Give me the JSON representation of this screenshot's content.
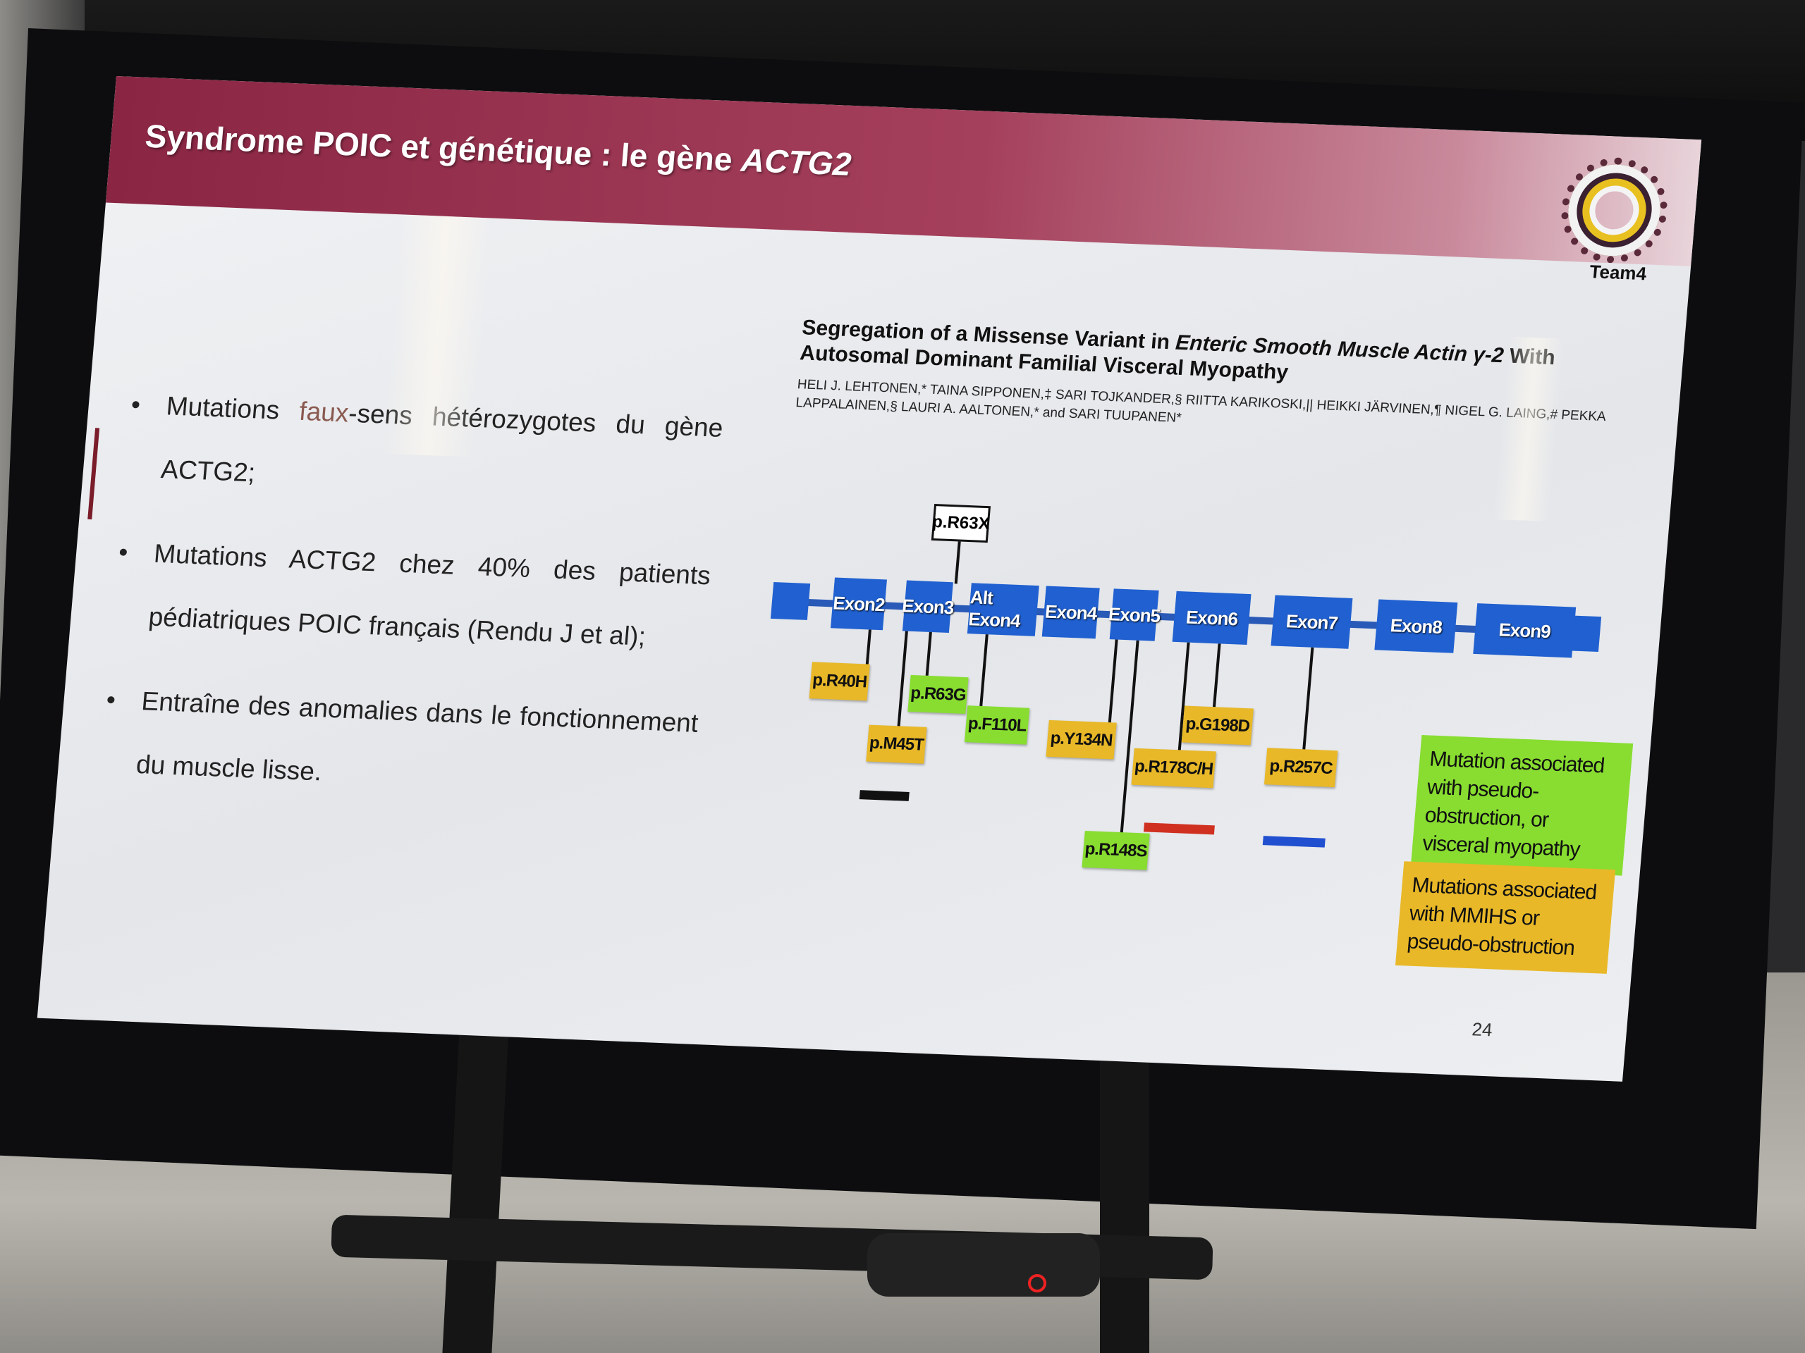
{
  "slide": {
    "title_plain": "Syndrome POIC et génétique : le gène ",
    "title_gene": "ACTG2",
    "logo_label": "Team4",
    "page_number": "24",
    "bullets": [
      {
        "before": "Mutations ",
        "highlight": "faux",
        "after": "-sens hétérozygotes du gène ACTG2;"
      },
      {
        "text": "Mutations ACTG2 chez 40% des patients pédiatriques POIC français (Rendu J et al);"
      },
      {
        "text": "Entraîne des anomalies dans le fonctionnement du muscle lisse."
      }
    ]
  },
  "paper": {
    "title_a": "Segregation of a Missense Variant in ",
    "title_italic": "Enteric Smooth Muscle Actin γ-2",
    "title_b": " With Autosomal Dominant Familial Visceral Myopathy",
    "authors": "HELI J. LEHTONEN,* TAINA SIPPONEN,‡ SARI TOJKANDER,§ RIITTA KARIKOSKI,|| HEIKKI JÄRVINEN,¶ NIGEL G. LAING,# PEKKA LAPPALAINEN,§ LAURI A. AALTONEN,* and SARI TUUPANEN*"
  },
  "diagram": {
    "exons": [
      "",
      "Exon2",
      "Exon3",
      "Alt Exon4",
      "Exon4",
      "Exon5",
      "Exon6",
      "Exon7",
      "Exon8",
      "Exon9"
    ],
    "nonsense": "p.R63X",
    "mutations": [
      {
        "label": "p.R40H",
        "type": "MMIHS"
      },
      {
        "label": "p.M45T",
        "type": "MMIHS"
      },
      {
        "label": "p.R63G",
        "type": "visceral"
      },
      {
        "label": "p.F110L",
        "type": "visceral"
      },
      {
        "label": "p.Y134N",
        "type": "MMIHS"
      },
      {
        "label": "p.R148S",
        "type": "visceral"
      },
      {
        "label": "p.R178C/H",
        "type": "MMIHS"
      },
      {
        "label": "p.G198D",
        "type": "MMIHS"
      },
      {
        "label": "p.R257C",
        "type": "MMIHS"
      }
    ],
    "legend": [
      {
        "text": "Mutation associated with pseudo-obstruction, or visceral myopathy",
        "color": "#88dd30"
      },
      {
        "text": "Mutations associated with MMIHS or pseudo-obstruction",
        "color": "#e8b828"
      }
    ],
    "colors": {
      "exon": "#2060d0",
      "header": "#8a2644",
      "bar_black": "#111111",
      "bar_red": "#d03020",
      "bar_blue": "#2050d0"
    }
  }
}
